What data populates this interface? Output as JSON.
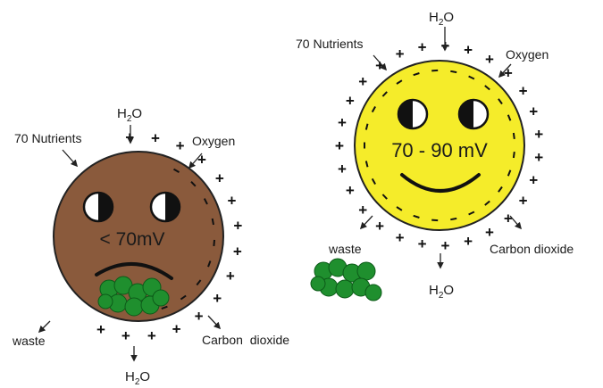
{
  "colors": {
    "unhealthy_cell": "#8a5a3c",
    "healthy_cell": "#f5ec2a",
    "waste_blob": "#1f8f2e",
    "outline": "#222222"
  },
  "left_cell": {
    "voltage": "< 70mV",
    "labels": {
      "nutrients": "70 Nutrients",
      "oxygen": "Oxygen",
      "waste": "waste",
      "carbon_dioxide": "Carbon  dioxide",
      "water_top": "H",
      "water_top_sub": "2",
      "water_top_tail": "O",
      "water_bottom": "H",
      "water_bottom_sub": "2",
      "water_bottom_tail": "O"
    },
    "charge_symbol": "+"
  },
  "right_cell": {
    "voltage": "70 - 90 mV",
    "labels": {
      "nutrients": "70 Nutrients",
      "oxygen": "Oxygen",
      "waste": "waste",
      "carbon_dioxide": "Carbon dioxide",
      "water_top": "H",
      "water_top_sub": "2",
      "water_top_tail": "O",
      "water_bottom": "H",
      "water_bottom_sub": "2",
      "water_bottom_tail": "O"
    },
    "charge_symbol": "+"
  }
}
